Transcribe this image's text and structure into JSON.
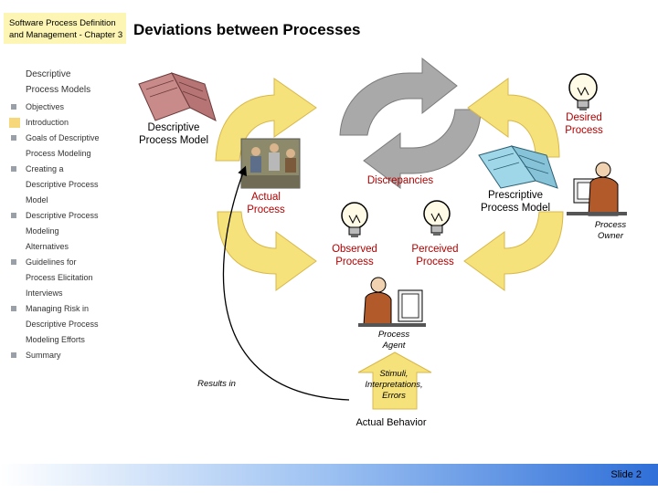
{
  "header": {
    "chapter_line1": "Software Process Definition",
    "chapter_line2": "and Management - Chapter 3",
    "title": "Deviations between Processes"
  },
  "sidebar": {
    "section": "Descriptive\nProcess Models",
    "items": [
      {
        "label": "Objectives",
        "current": false
      },
      {
        "label": "Introduction",
        "current": true
      },
      {
        "label": "Goals of Descriptive\nProcess Modeling",
        "current": false
      },
      {
        "label": "Creating a\nDescriptive Process\nModel",
        "current": false
      },
      {
        "label": "Descriptive Process\nModeling\nAlternatives",
        "current": false
      },
      {
        "label": "Guidelines for\nProcess Elicitation\nInterviews",
        "current": false
      },
      {
        "label": "Managing Risk in\nDescriptive Process\nModeling Efforts",
        "current": false
      },
      {
        "label": "Summary",
        "current": false
      }
    ]
  },
  "diagram": {
    "descriptive_model": "Descriptive\nProcess Model",
    "desired_process": "Desired\nProcess",
    "discrepancies": "Discrepancies",
    "actual_process": "Actual\nProcess",
    "prescriptive_model": "Prescriptive\nProcess Model",
    "process_owner": "Process\nOwner",
    "observed_process": "Observed\nProcess",
    "perceived_process": "Perceived\nProcess",
    "process_agent": "Process\nAgent",
    "results_in": "Results in",
    "stimuli": "Stimuli,\nInterpretations,\nErrors",
    "actual_behavior": "Actual Behavior"
  },
  "footer": {
    "slide": "Slide 2"
  },
  "colors": {
    "header_bg": "#fcf5b3",
    "arrow_yellow": "#f6e27a",
    "cycle_gray": "#a9a9a9",
    "label_red": "#b30000",
    "footer_blue": "#2f6fd8"
  }
}
